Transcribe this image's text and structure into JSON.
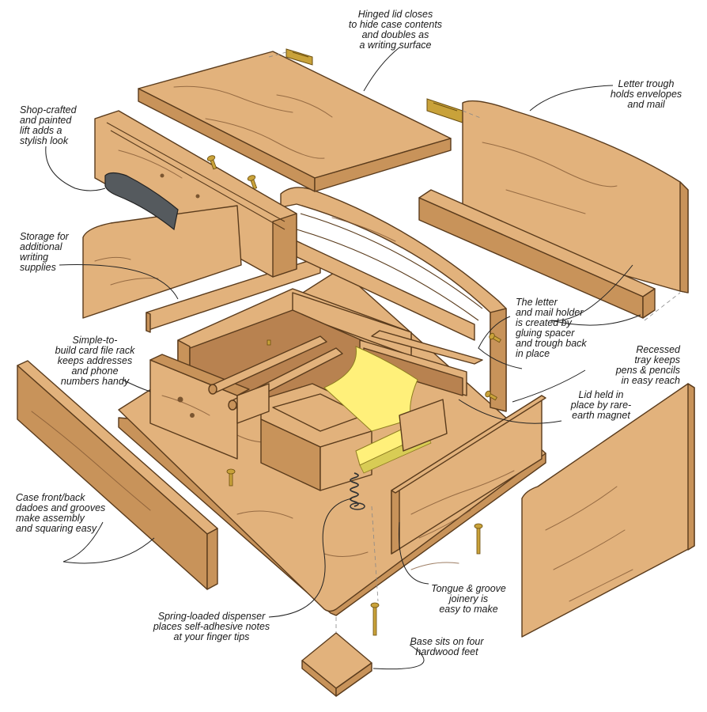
{
  "colors": {
    "wood": "#e2b27c",
    "wood_dark": "#c8935a",
    "wood_shadow": "#b88250",
    "edge": "#5a3b1c",
    "grain": "#7c5330",
    "note": "#fff07a",
    "note_shadow": "#d8cc55",
    "lift": "#555a5e",
    "brass": "#c9a23a",
    "outline": "#1a1a1a",
    "leader": "#222222"
  },
  "callouts": [
    {
      "id": "hinged-lid",
      "text": "Hinged lid closes\nto hide case contents\nand doubles as\na writing surface"
    },
    {
      "id": "letter-trough",
      "text": "Letter trough\nholds envelopes\nand mail"
    },
    {
      "id": "shop-crafted-lift",
      "text": "Shop-crafted\nand painted\nlift adds a\nstylish look"
    },
    {
      "id": "storage",
      "text": "Storage for\nadditional\nwriting\nsupplies"
    },
    {
      "id": "card-file-rack",
      "text": "Simple-to-\nbuild card file rack\nkeeps addresses\nand phone\nnumbers handy"
    },
    {
      "id": "letter-holder",
      "text": "The letter\nand mail holder\nis created by\ngluing spacer\nand trough back\nin place"
    },
    {
      "id": "recessed-tray",
      "text": "Recessed\ntray keeps\npens & pencils\nin easy reach"
    },
    {
      "id": "lid-magnet",
      "text": "Lid held in\nplace by rare-\nearth magnet"
    },
    {
      "id": "case-front-back",
      "text": "Case front/back\ndadoes and grooves\nmake assembly\nand squaring easy"
    },
    {
      "id": "tongue-groove",
      "text": "Tongue & groove\njoinery is\neasy to make"
    },
    {
      "id": "spring-dispenser",
      "text": "Spring-loaded dispenser\nplaces self-adhesive notes\nat your finger tips"
    },
    {
      "id": "base-feet",
      "text": "Base sits on four\nhardwood feet"
    }
  ]
}
